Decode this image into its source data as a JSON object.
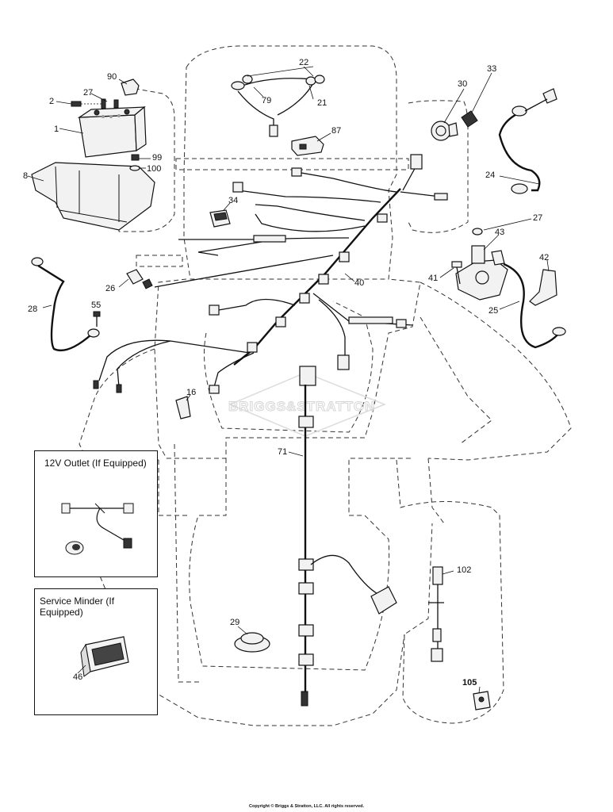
{
  "callouts": {
    "c1": "1",
    "c2": "2",
    "c8": "8",
    "c16": "16",
    "c21": "21",
    "c22": "22",
    "c24": "24",
    "c25": "25",
    "c26": "26",
    "c27a": "27",
    "c27b": "27",
    "c28": "28",
    "c29": "29",
    "c30": "30",
    "c33": "33",
    "c34": "34",
    "c40": "40",
    "c41": "41",
    "c42": "42",
    "c43": "43",
    "c46": "46",
    "c55": "55",
    "c71": "71",
    "c79": "79",
    "c87": "87",
    "c90": "90",
    "c99": "99",
    "c100": "100",
    "c102": "102",
    "c105": "105"
  },
  "insets": {
    "outlet_title": "12V Outlet (If Equipped)",
    "minder_title": "Service Minder (If Equipped)"
  },
  "watermark": "BRIGGS&STRATTON",
  "copyright": "Copyright © Briggs & Stratton, LLC. All rights reserved."
}
